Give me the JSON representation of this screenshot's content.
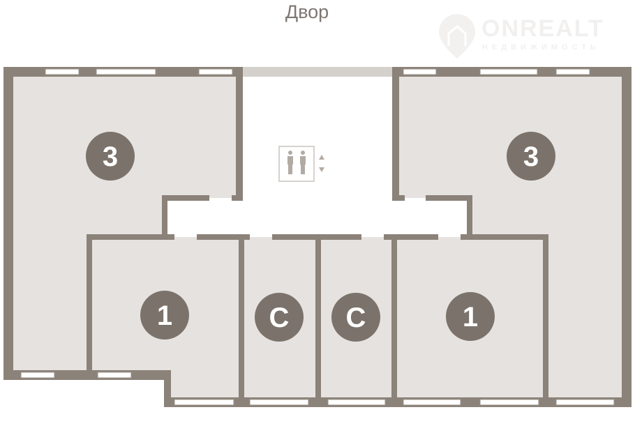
{
  "plan": {
    "yard_label": "Двор",
    "watermark": {
      "brand": "ONREALT",
      "tagline": "НЕДВИЖИМОСТЬ"
    },
    "units": [
      {
        "id": "unit-3-left",
        "label": "3"
      },
      {
        "id": "unit-3-right",
        "label": "3"
      },
      {
        "id": "unit-1-left",
        "label": "1"
      },
      {
        "id": "unit-c-left",
        "label": "С"
      },
      {
        "id": "unit-c-right",
        "label": "С"
      },
      {
        "id": "unit-1-right",
        "label": "1"
      }
    ],
    "icons": {
      "elevator": "elevator-icon"
    },
    "colors": {
      "wall": "#8b8279",
      "room": "#e6e2df",
      "badge": "#7b736b",
      "corridor_top": "#d4d0cc"
    }
  }
}
